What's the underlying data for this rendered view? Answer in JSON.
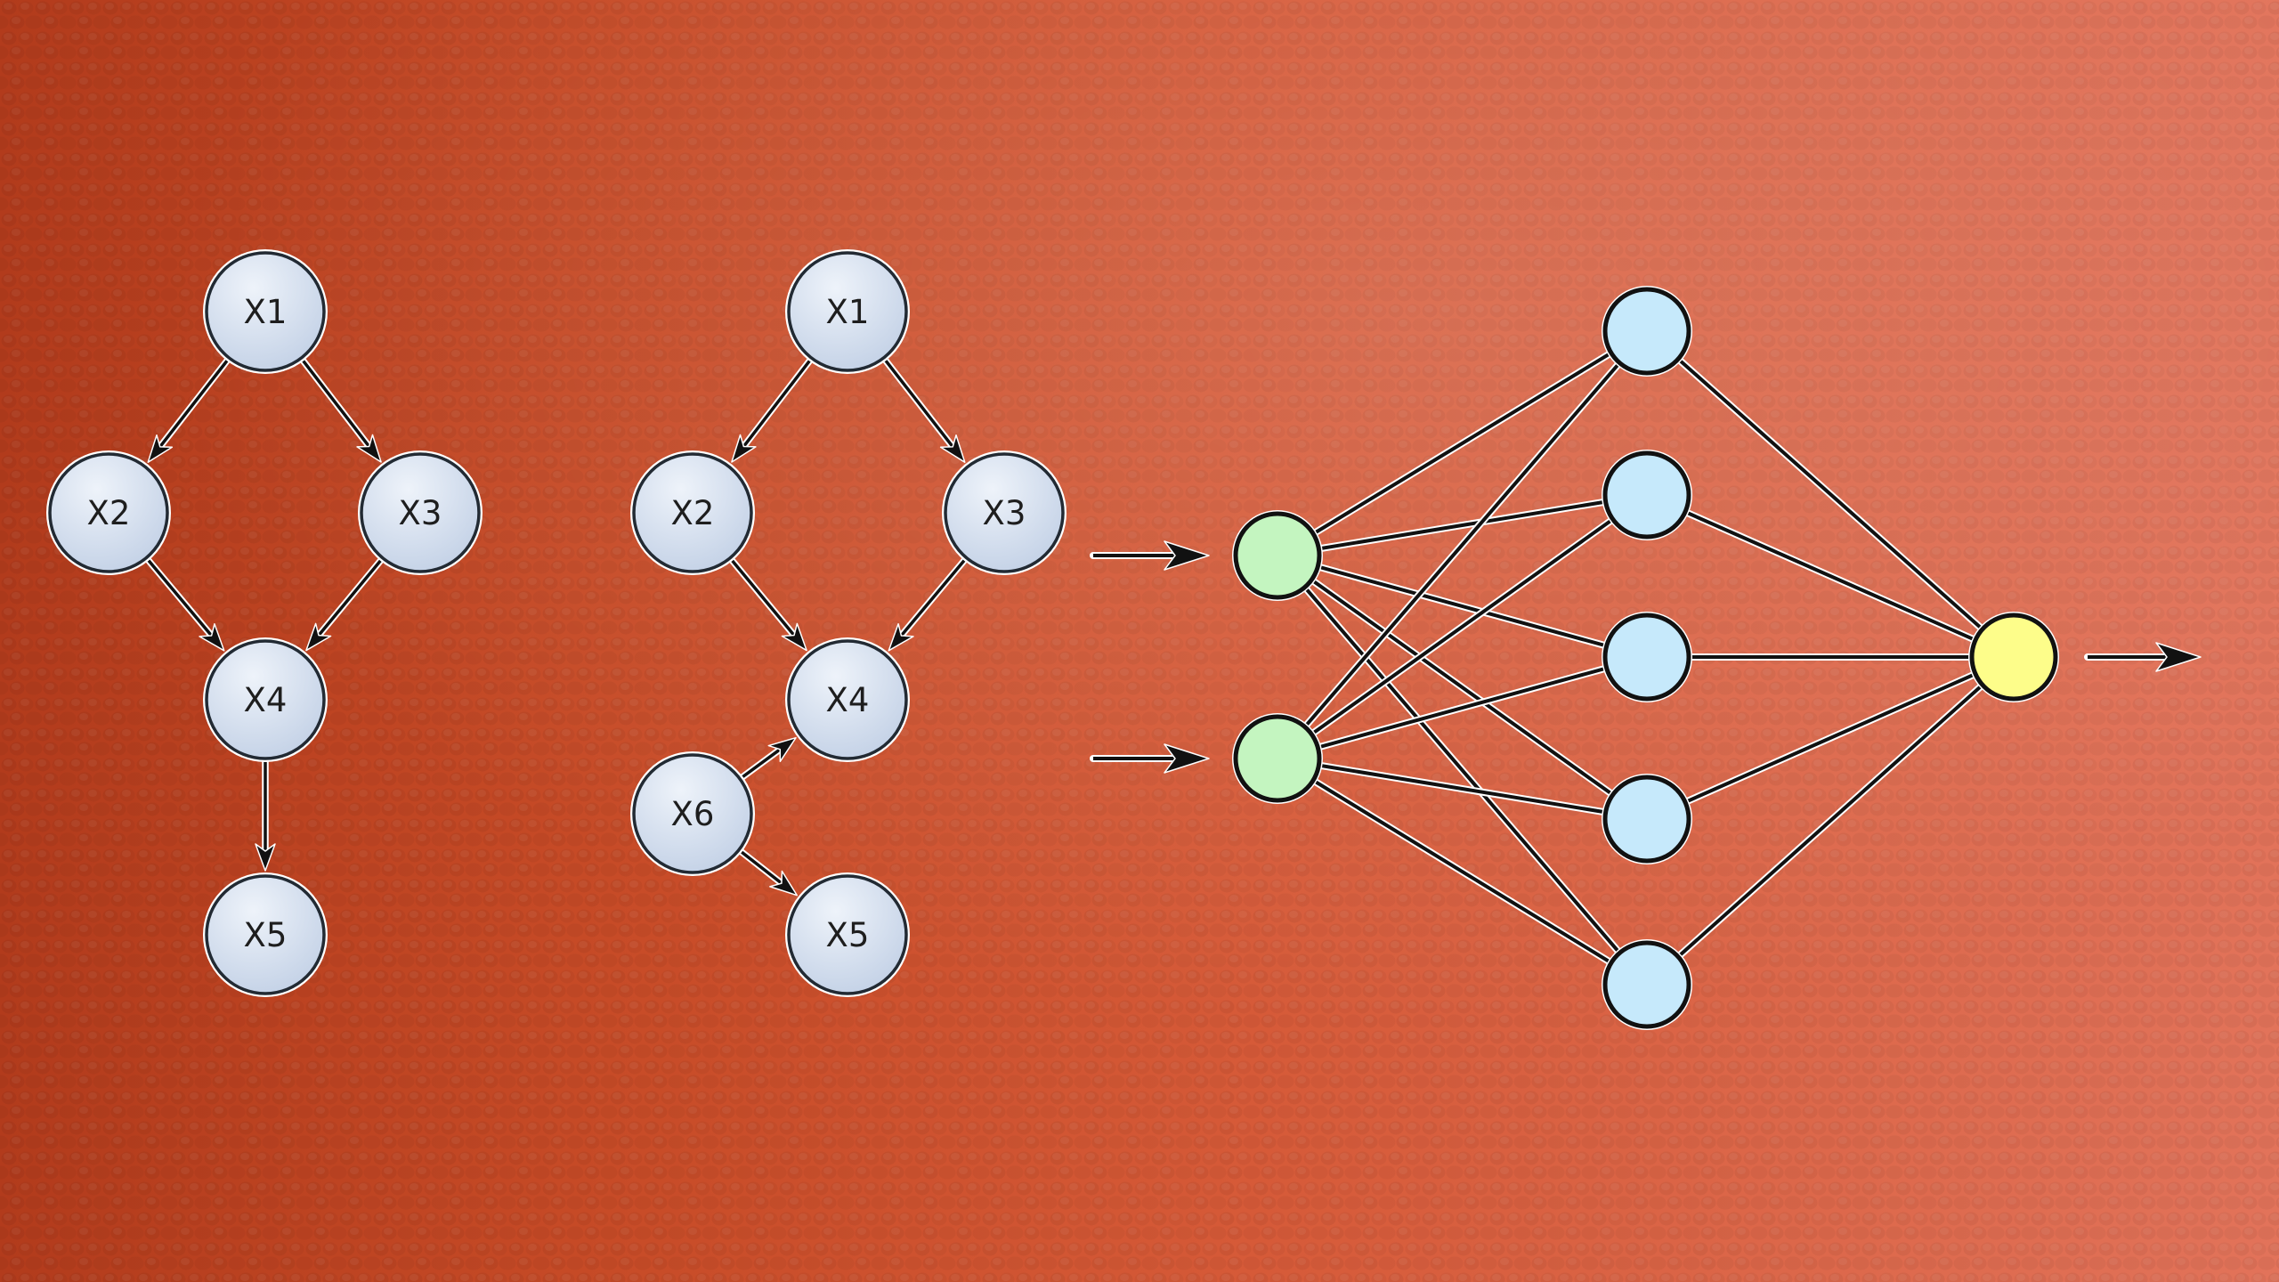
{
  "background": {
    "description_colors": {
      "left": "#b8401f",
      "mid": "#d4532e",
      "right": "#e06a4e"
    }
  },
  "colors": {
    "graph_node_fill": "#d3deee",
    "graph_node_stroke": "#222a33",
    "nn_input_fill": "#c4f5c0",
    "nn_hidden_fill": "#c6e9fb",
    "nn_output_fill": "#fdfd8a",
    "edge": "#111111",
    "edge_outline": "#ffffff"
  },
  "diagrams": {
    "dag_a": {
      "nodes": [
        "X1",
        "X2",
        "X3",
        "X4",
        "X5"
      ],
      "edges": [
        [
          "X1",
          "X2"
        ],
        [
          "X1",
          "X3"
        ],
        [
          "X2",
          "X4"
        ],
        [
          "X3",
          "X4"
        ],
        [
          "X4",
          "X5"
        ]
      ]
    },
    "dag_b": {
      "nodes": [
        "X1",
        "X2",
        "X3",
        "X4",
        "X6",
        "X5"
      ],
      "edges": [
        [
          "X1",
          "X2"
        ],
        [
          "X1",
          "X3"
        ],
        [
          "X2",
          "X4"
        ],
        [
          "X3",
          "X4"
        ],
        [
          "X6",
          "X4"
        ],
        [
          "X6",
          "X5"
        ]
      ]
    },
    "neural_net": {
      "layers": {
        "input": 2,
        "hidden": 5,
        "output": 1
      },
      "fully_connected": true,
      "input_arrows": 2,
      "output_arrows": 1
    }
  }
}
